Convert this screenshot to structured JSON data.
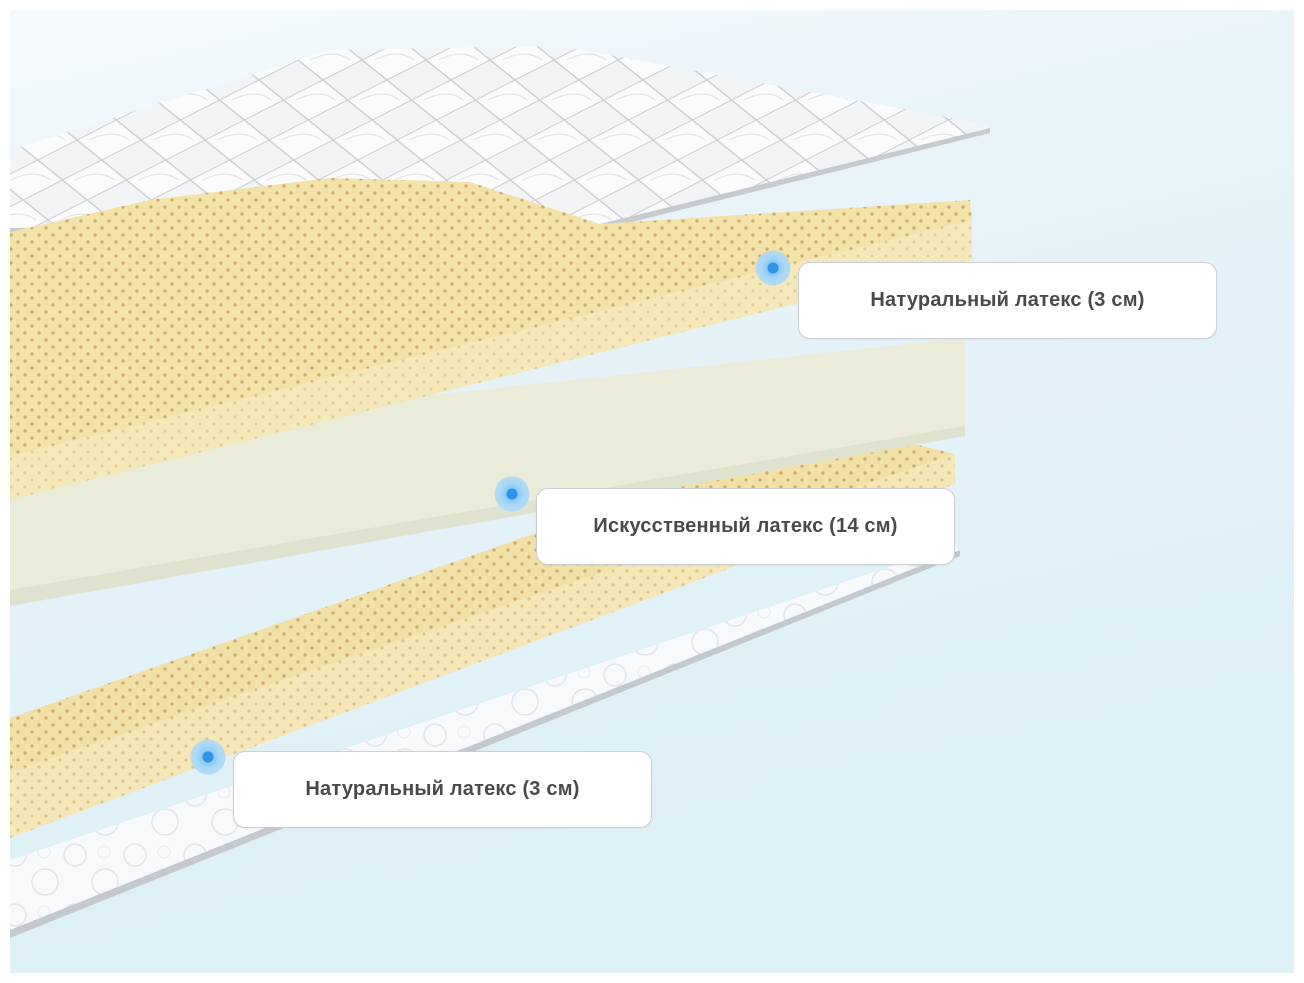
{
  "diagram": {
    "layers": [
      {
        "label": "Натуральный латекс (3 см)"
      },
      {
        "label": "Искусственный латекс (14 см)"
      },
      {
        "label": "Натуральный латекс (3 см)"
      }
    ],
    "colors": {
      "background_top": "#f2f8fb",
      "background_bottom": "#dff1f7",
      "latex": "#f5e6b3",
      "latex_dots": "#c9a86a",
      "foam": "#ecedd8",
      "cover": "#eef0f2",
      "marker": "#2f93e6",
      "callout_text": "#4a4a4a"
    }
  }
}
